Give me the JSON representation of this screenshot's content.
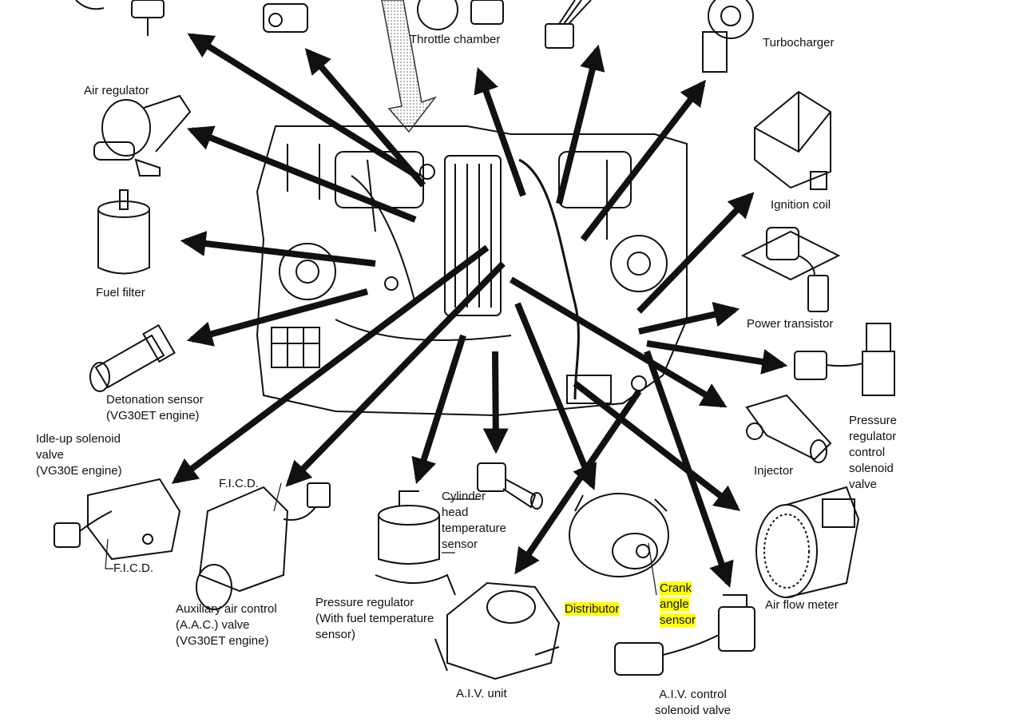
{
  "labels": {
    "throttle_chamber": "Throttle chamber",
    "turbocharger": "Turbocharger",
    "air_regulator": "Air regulator",
    "ignition_coil": "Ignition coil",
    "fuel_filter": "Fuel filter",
    "power_transistor": "Power transistor",
    "detonation_sensor": [
      "Detonation sensor",
      "(VG30ET engine)"
    ],
    "pressure_regulator_control_solenoid_valve": [
      "Pressure",
      "regulator",
      "control",
      "solenoid",
      "valve"
    ],
    "idle_up_solenoid_valve": [
      "Idle-up solenoid",
      "valve",
      "(VG30E engine)"
    ],
    "injector": "Injector",
    "ficd_top": "F.I.C.D.",
    "cylinder_head_temperature_sensor": [
      "Cylinder",
      "head",
      "temperature",
      "sensor"
    ],
    "ficd_bottom": "F.I.C.D.",
    "aac_valve": [
      "Auxiliary air control",
      "(A.A.C.) valve",
      "(VG30ET engine)"
    ],
    "pressure_regulator": [
      "Pressure regulator",
      "(With fuel temperature",
      "sensor)"
    ],
    "distributor": "Distributor",
    "crank_angle_sensor": [
      "Crank",
      "angle",
      "sensor"
    ],
    "air_flow_meter": "Air flow meter",
    "aiv_unit": "A.I.V. unit",
    "aiv_control_solenoid_valve": [
      "A.I.V. control",
      "solenoid valve"
    ]
  },
  "colors": {
    "highlight": "#ffff00",
    "ink": "#111111",
    "hatch": "#666666"
  }
}
